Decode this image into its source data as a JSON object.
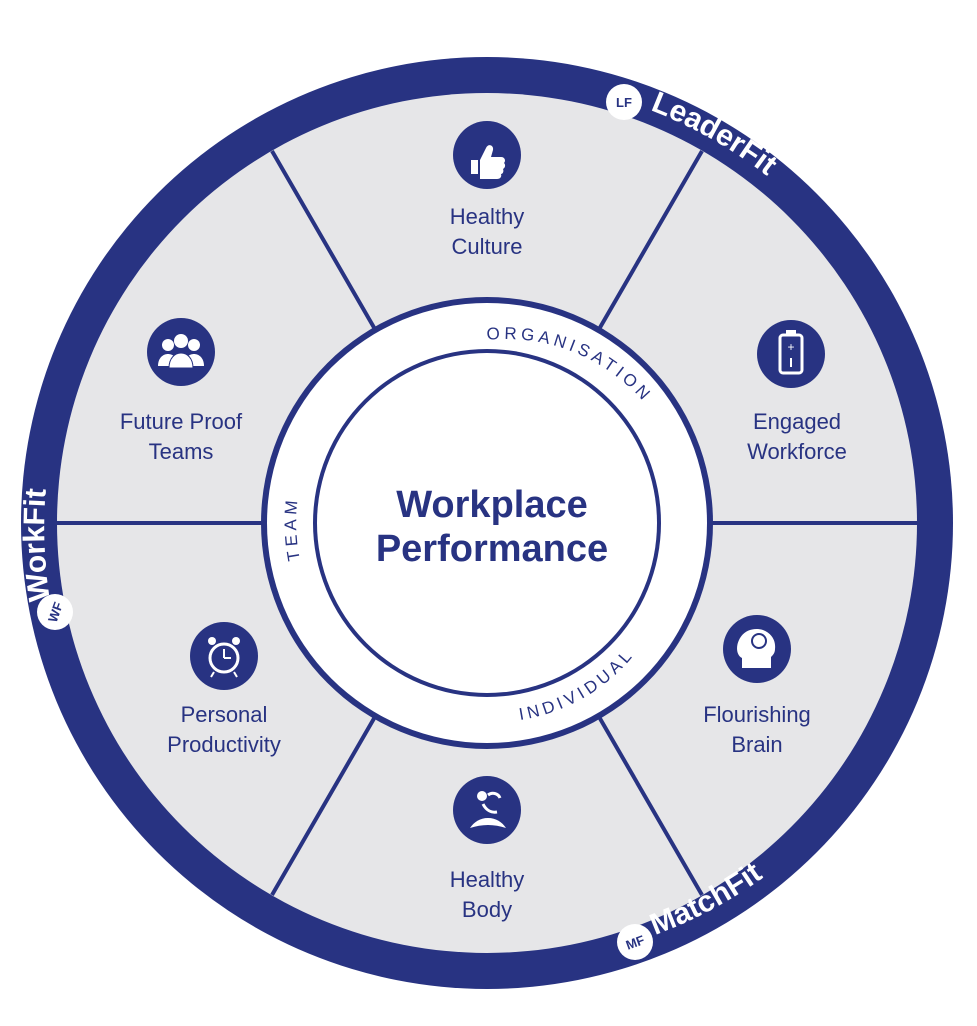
{
  "colors": {
    "navy": "#283382",
    "segment": "#e6e6e8",
    "white": "#ffffff"
  },
  "center": {
    "line1": "Workplace",
    "line2": "Performance"
  },
  "ring_labels": {
    "organisation": "ORGANISATION",
    "team": "TEAM",
    "individual": "INDIVIDUAL"
  },
  "brands": {
    "leaderfit": {
      "badge": "LF",
      "label": "LeaderFit"
    },
    "workfit": {
      "badge": "WF",
      "label": "WorkFit"
    },
    "matchfit": {
      "badge": "MF",
      "label": "MatchFit"
    }
  },
  "segments": [
    {
      "id": "healthy-culture",
      "icon": "thumbs-up-icon",
      "line1": "Healthy",
      "line2": "Culture"
    },
    {
      "id": "engaged-workforce",
      "icon": "battery-icon",
      "line1": "Engaged",
      "line2": "Workforce"
    },
    {
      "id": "flourishing-brain",
      "icon": "head-brain-icon",
      "line1": "Flourishing",
      "line2": "Brain"
    },
    {
      "id": "healthy-body",
      "icon": "yoga-pose-icon",
      "line1": "Healthy",
      "line2": "Body"
    },
    {
      "id": "personal-productivity",
      "icon": "alarm-clock-icon",
      "line1": "Personal",
      "line2": "Productivity"
    },
    {
      "id": "future-proof-teams",
      "icon": "team-people-icon",
      "line1": "Future Proof",
      "line2": "Teams"
    }
  ]
}
